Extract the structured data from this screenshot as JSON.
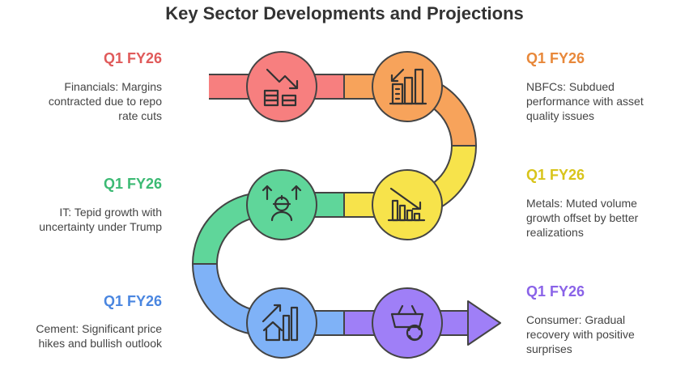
{
  "title": "Key Sector Developments and Projections",
  "colors": {
    "financials": "#f77f7f",
    "nbfcs": "#f7a35b",
    "metals": "#f7e34b",
    "it": "#5fd69a",
    "cement": "#7fb2f7",
    "consumer": "#9f7ff7",
    "heading_red": "#e05a5a",
    "heading_orange": "#e8883a",
    "heading_yellow": "#d8c41a",
    "heading_green": "#3cba74",
    "heading_blue": "#4a86e0",
    "heading_purple": "#8a63e8"
  },
  "steps": [
    {
      "heading": "Q1 FY26",
      "text": [
        "Financials: Margins",
        "contracted due to repo",
        "rate cuts"
      ],
      "icon": "financial-decline-icon"
    },
    {
      "heading": "Q1 FY26",
      "text": [
        "NBFCs: Subdued",
        "performance with asset",
        "quality issues"
      ],
      "icon": "buildings-chart-icon"
    },
    {
      "heading": "Q1 FY26",
      "text": [
        "Metals: Muted volume",
        "growth offset by better",
        "realizations"
      ],
      "icon": "declining-bar-chart-icon"
    },
    {
      "heading": "Q1 FY26",
      "text": [
        "IT: Tepid growth with",
        "uncertainty under Trump"
      ],
      "icon": "worker-growth-icon"
    },
    {
      "heading": "Q1 FY26",
      "text": [
        "Cement: Significant price",
        "hikes and bullish outlook"
      ],
      "icon": "house-growth-icon"
    },
    {
      "heading": "Q1 FY26",
      "text": [
        "Consumer: Gradual",
        "recovery with positive",
        "surprises"
      ],
      "icon": "shopping-basket-refresh-icon"
    }
  ]
}
